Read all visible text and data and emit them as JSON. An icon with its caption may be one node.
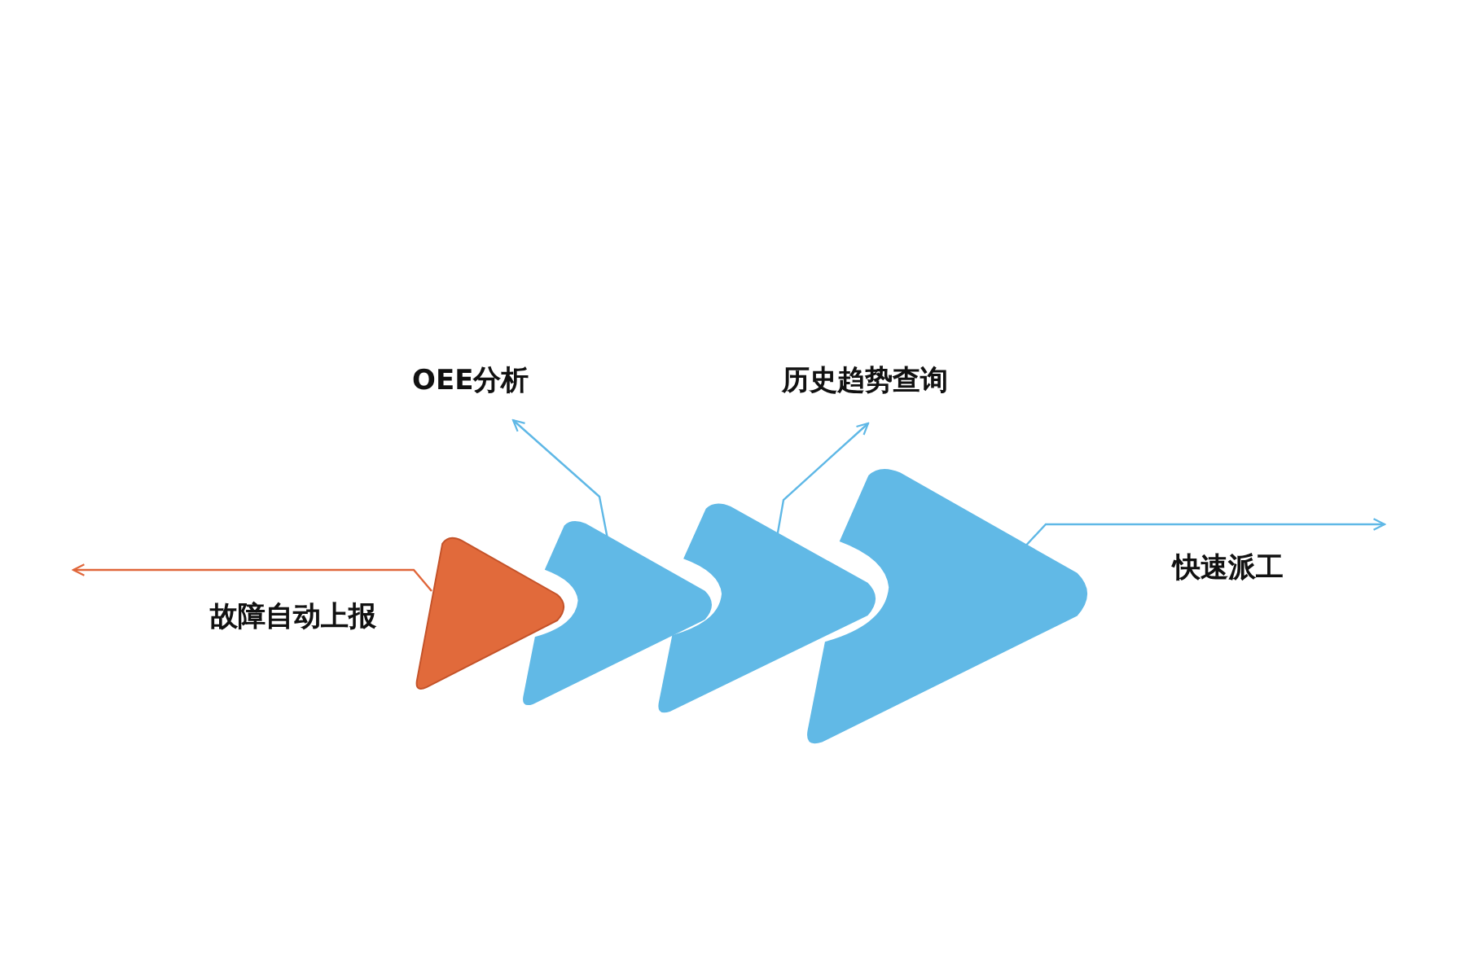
{
  "diagram": {
    "nodes": [
      {
        "text": [],
        "shape": "triangle"
      },
      {
        "text": [],
        "shape": "chevron"
      },
      {
        "text": [],
        "shape": "chevron"
      },
      {
        "text": [],
        "shape": "chevron"
      },
      {
        "text": [
          "故障自动上报"
        ]
      },
      {
        "text": [
          "OEE分析"
        ]
      },
      {
        "text": [
          "历史趋势查询"
        ]
      },
      {
        "text": [
          "快速派工"
        ]
      }
    ],
    "edges": [
      {
        "from": 0,
        "to": 4,
        "arrow": "to",
        "color": "#e0663a"
      },
      {
        "from": 1,
        "to": 5,
        "arrow": "to"
      },
      {
        "from": 2,
        "to": 6,
        "arrow": "to"
      },
      {
        "from": 3,
        "to": 7,
        "arrow": "to"
      }
    ]
  }
}
